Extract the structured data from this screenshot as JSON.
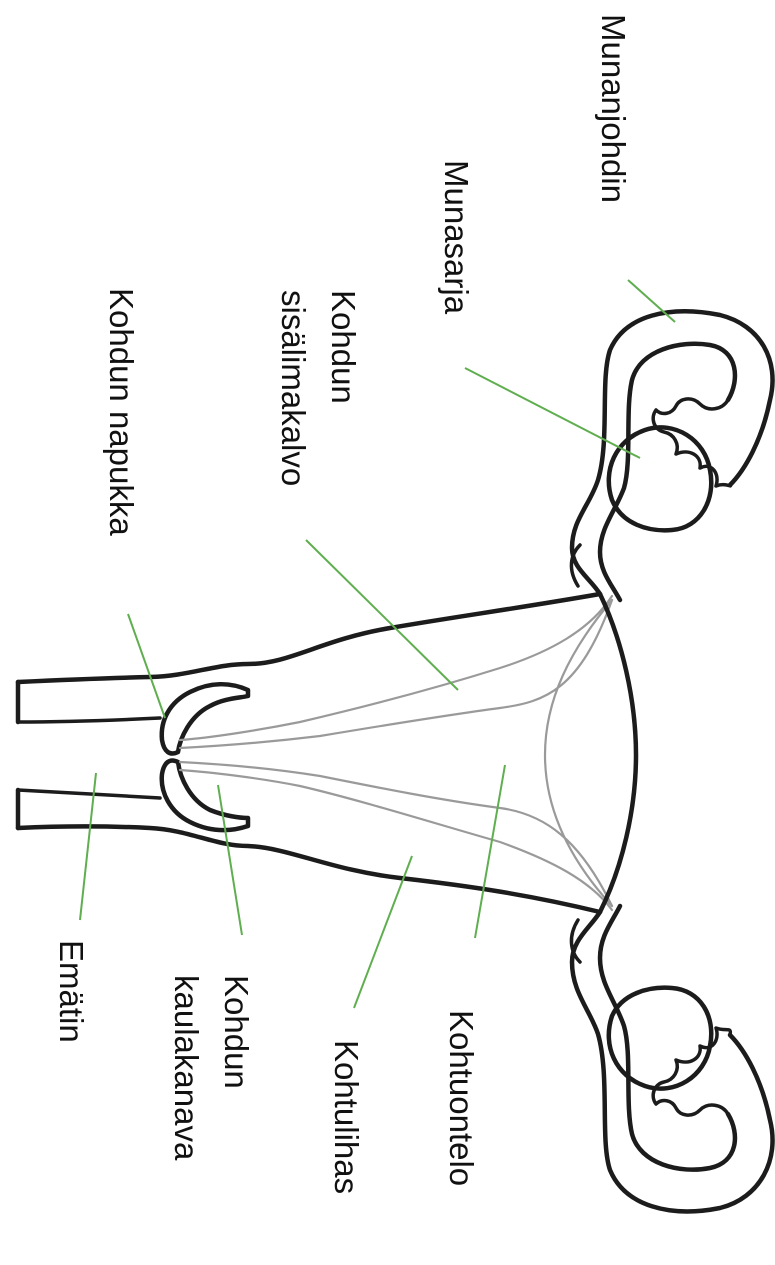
{
  "labels": {
    "munanjohdin": "Munanjohdin",
    "munasarja": "Munasarja",
    "kohdun_sisalimakalvo_line1": "Kohdun",
    "kohdun_sisalimakalvo_line2": "sisälimakalvo",
    "kohdun_napukka": "Kohdun napukka",
    "kohtuontelo": "Kohtuontelo",
    "kohtulihas": "Kohtulihas",
    "kohdun_kaulakanava_line1": "Kohdun",
    "kohdun_kaulakanava_line2": "kaulakanava",
    "emätin": "Emätin"
  },
  "colors": {
    "outline": "#1c1c1c",
    "inner_line": "#9a9a9a",
    "leader_line": "#5fae4f",
    "background": "#ffffff"
  }
}
